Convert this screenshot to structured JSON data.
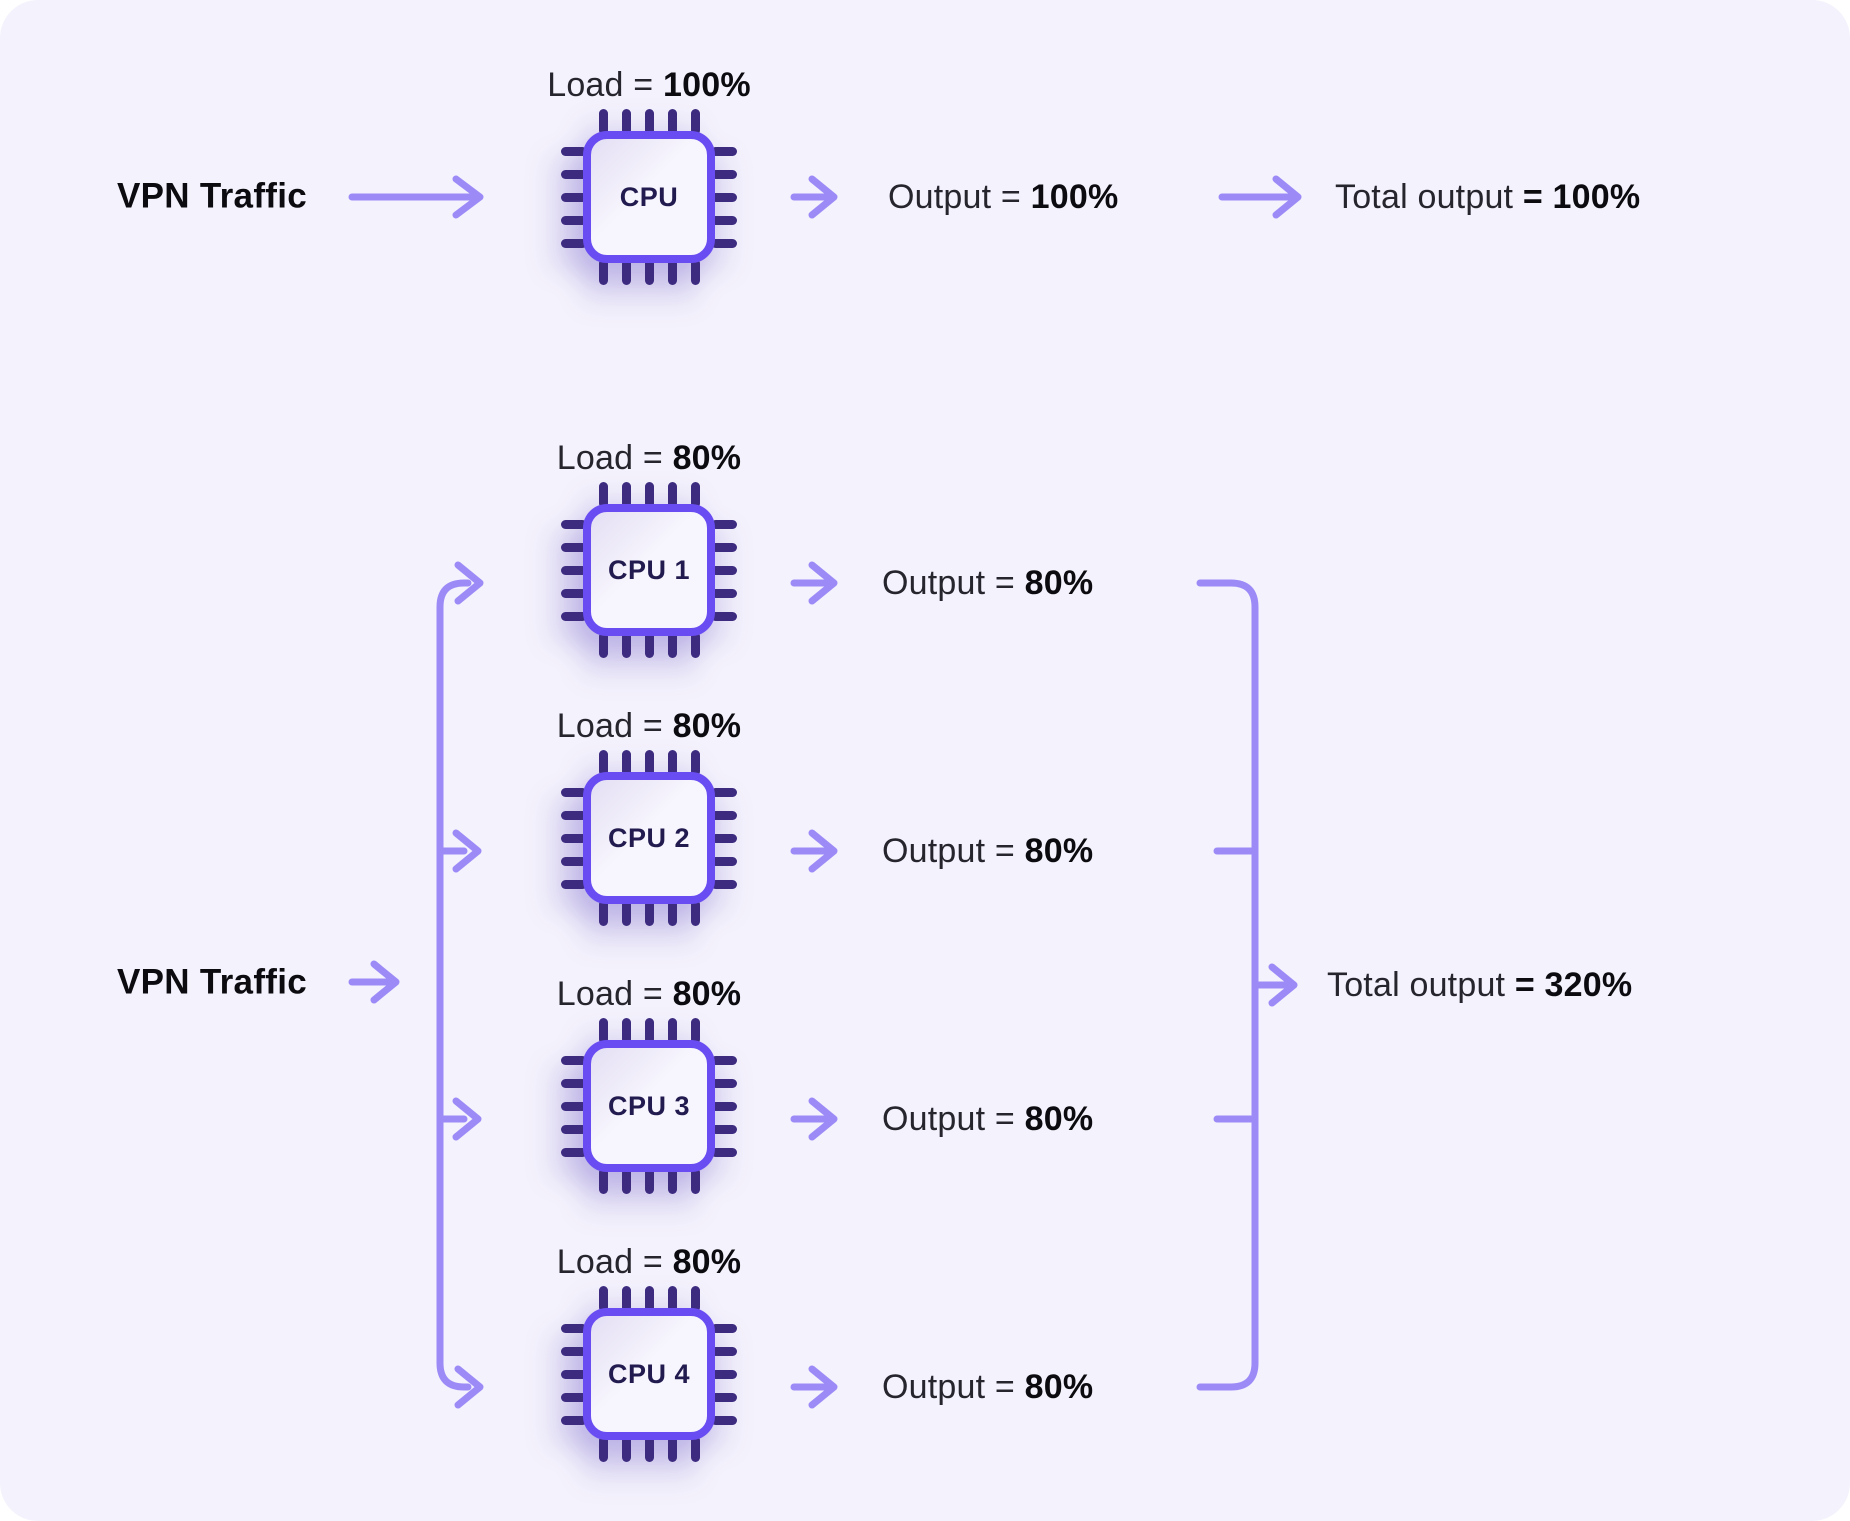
{
  "palette": {
    "surface": "#f4f2fc",
    "outer_background": "#ffffff",
    "flow_line": "#9c8bf7",
    "chip_border": "#6a4df2",
    "chip_pin": "#3d2b80",
    "chip_text": "#221b4f",
    "label_text": "#26252e",
    "value_text": "#0c0b10"
  },
  "top_flow": {
    "source": "VPN Traffic",
    "load": {
      "label": "Load = ",
      "value": "100%"
    },
    "cpu": "CPU",
    "output": {
      "label": "Output = ",
      "value": "100%"
    },
    "total": {
      "label": "Total output ",
      "value": "= 100%"
    }
  },
  "bottom_flow": {
    "source": "VPN Traffic",
    "branches": [
      {
        "cpu": "CPU 1",
        "load_label": "Load = ",
        "load_value": "80%",
        "output_label": "Output = ",
        "output_value": "80%"
      },
      {
        "cpu": "CPU 2",
        "load_label": "Load = ",
        "load_value": "80%",
        "output_label": "Output = ",
        "output_value": "80%"
      },
      {
        "cpu": "CPU 3",
        "load_label": "Load = ",
        "load_value": "80%",
        "output_label": "Output = ",
        "output_value": "80%"
      },
      {
        "cpu": "CPU 4",
        "load_label": "Load = ",
        "load_value": "80%",
        "output_label": "Output = ",
        "output_value": "80%"
      }
    ],
    "total": {
      "label": "Total output ",
      "value": "= 320%"
    }
  }
}
